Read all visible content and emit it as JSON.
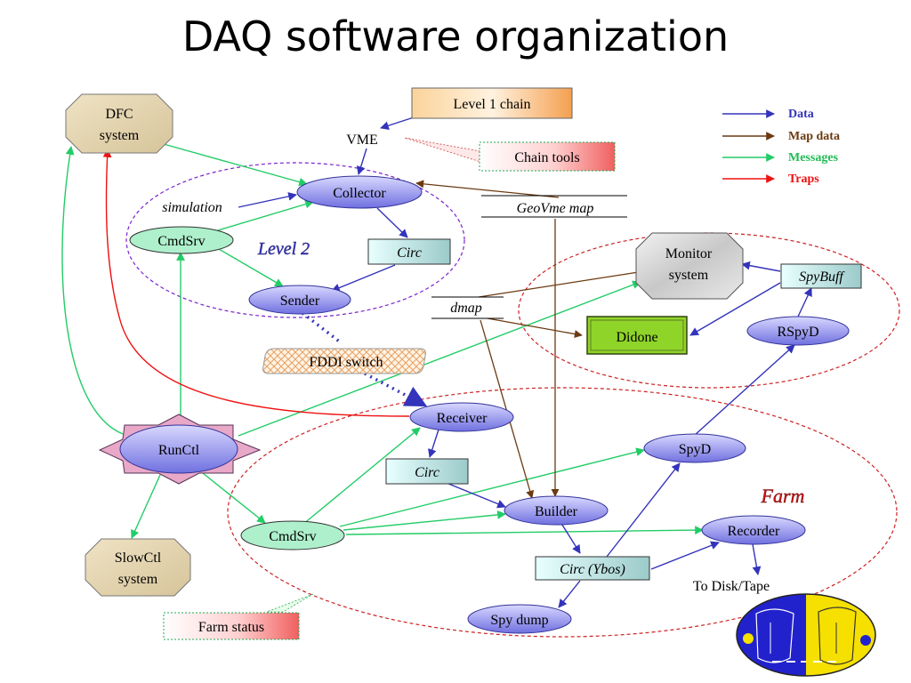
{
  "title": "DAQ software organization",
  "legend": [
    {
      "label": "Data",
      "color": "#3333bb"
    },
    {
      "label": "Map data",
      "color": "#6b3a10"
    },
    {
      "label": "Messages",
      "color": "#22cc66"
    },
    {
      "label": "Traps",
      "color": "#ee1111"
    }
  ],
  "nodes": {
    "dfc": "DFC\nsystem",
    "level1": "Level 1 chain",
    "vme": "VME",
    "chain_tools": "Chain tools",
    "collector": "Collector",
    "simulation": "simulation",
    "cmdsrv_top": "CmdSrv",
    "level2": "Level 2",
    "circ_top": "Circ",
    "geovme": "GeoVme map",
    "sender": "Sender",
    "dmap": "dmap",
    "monitor": "Monitor\nsystem",
    "spybuff": "SpyBuff",
    "didone": "Didone",
    "rspyd": "RSpyD",
    "fddi": "FDDI switch",
    "receiver": "Receiver",
    "runctl": "RunCtl",
    "circ_mid": "Circ",
    "spyd": "SpyD",
    "farm": "Farm",
    "builder": "Builder",
    "cmdsrv_farm": "CmdSrv",
    "recorder": "Recorder",
    "slowctl": "SlowCtl\nsystem",
    "circ_ybos": "Circ (Ybos)",
    "disk_tape": "To Disk/Tape",
    "spy_dump": "Spy dump",
    "farm_status": "Farm status"
  },
  "colors": {
    "data": "#3333bb",
    "map": "#6b3a10",
    "msg": "#22cc66",
    "trap": "#ee1111",
    "level2_border": "#7a22cc",
    "farm_border": "#cc2222",
    "ellipse_fill": "#8e8ef0",
    "cmdsrv_fill": "#aef0cc",
    "circ_fill": "#c8eeee",
    "didone_fill": "#8fd428"
  }
}
